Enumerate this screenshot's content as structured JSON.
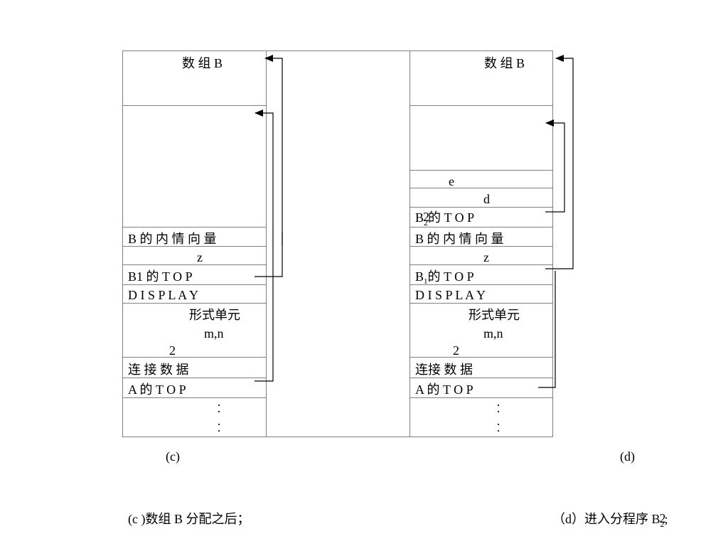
{
  "stack_c": {
    "array_b": "数 组 B",
    "b_info_vector": "B 的 内 情 向 量",
    "z": "z",
    "b1_top": "B1  的 T O P",
    "display": "D I S P L A Y",
    "formal_unit": "形式单元",
    "mn": "m,n",
    "two": "2",
    "link_data": "连 接 数 据",
    "a_top": "A 的 T O P",
    "dots": "·\n·\n\n·\n·"
  },
  "stack_d": {
    "array_b": "数 组 B",
    "e": "e",
    "d": "d",
    "b2_top_prefix": "B",
    "b2_top_sub": "2",
    "b2_top_overlay": "2",
    "b2_top_rest": "的 T O P",
    "b_info_vector": "B  的  内  情  向  量",
    "z": "z",
    "b1_top_prefix": "B",
    "b1_top_sub": "1",
    "b1_top_rest": "的 T O P",
    "display": "D I S P L A Y",
    "formal_unit": "形式单元",
    "mn": "m,n",
    "two": "2",
    "link_data": "连接  数  据",
    "a_top": "A 的 T O P",
    "dots": "·\n·\n\n·\n·"
  },
  "labels": {
    "c": "(c)",
    "d": "(d)"
  },
  "captions": {
    "c": "(c )数组 B 分配之后；",
    "d_main": "（d）进入分程序 B",
    "d_sub": "2",
    "d_overlay": "2",
    "d_end": ";"
  }
}
